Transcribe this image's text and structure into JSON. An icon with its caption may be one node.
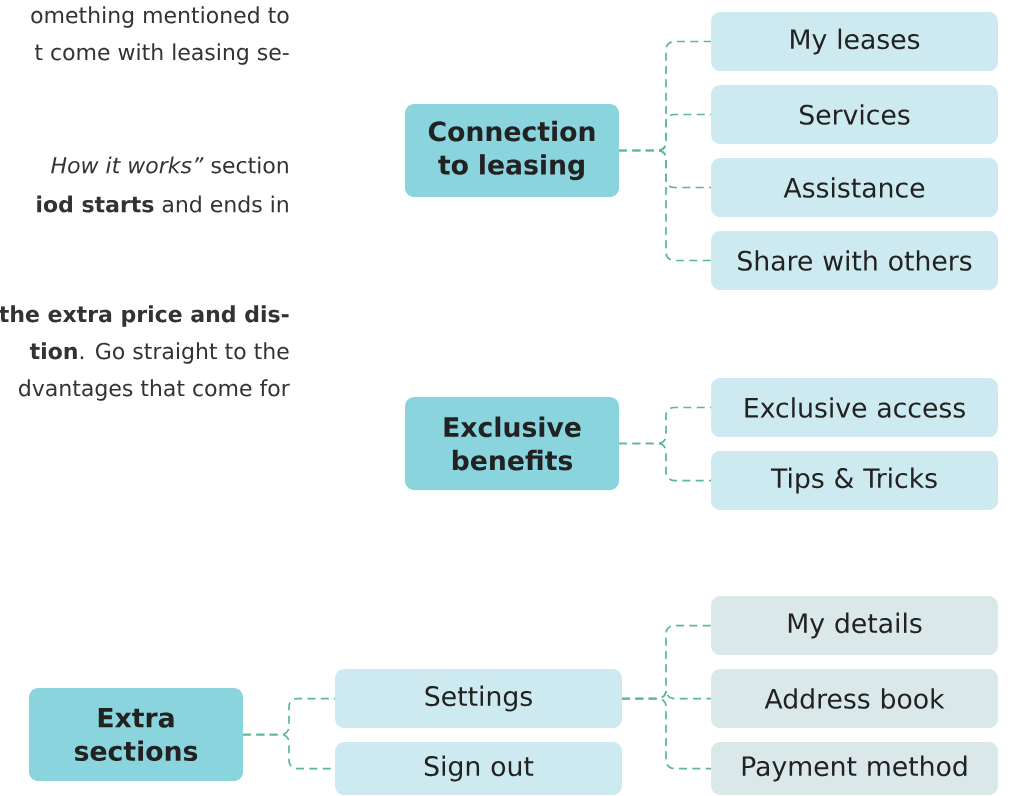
{
  "diagram": {
    "nodes": [
      {
        "text": [
          "Connection to leasing"
        ]
      },
      {
        "text": [
          "My leases"
        ]
      },
      {
        "text": [
          "Services"
        ]
      },
      {
        "text": [
          "Assistance"
        ]
      },
      {
        "text": [
          "Share with others"
        ]
      },
      {
        "text": [
          "Exclusive benefits"
        ]
      },
      {
        "text": [
          "Exclusive access"
        ]
      },
      {
        "text": [
          "Tips & Tricks"
        ]
      },
      {
        "text": [
          "Extra sections"
        ]
      },
      {
        "text": [
          "Settings"
        ]
      },
      {
        "text": [
          "Sign out"
        ]
      },
      {
        "text": [
          "My details"
        ]
      },
      {
        "text": [
          "Address book"
        ]
      },
      {
        "text": [
          "Payment method"
        ]
      }
    ],
    "edges": [
      {
        "from": 0,
        "to": 1,
        "arrow": "none",
        "style": "dashed"
      },
      {
        "from": 0,
        "to": 2,
        "arrow": "none",
        "style": "dashed"
      },
      {
        "from": 0,
        "to": 3,
        "arrow": "none",
        "style": "dashed"
      },
      {
        "from": 0,
        "to": 4,
        "arrow": "none",
        "style": "dashed"
      },
      {
        "from": 5,
        "to": 6,
        "arrow": "none",
        "style": "dashed"
      },
      {
        "from": 5,
        "to": 7,
        "arrow": "none",
        "style": "dashed"
      },
      {
        "from": 8,
        "to": 9,
        "arrow": "none",
        "style": "dashed"
      },
      {
        "from": 8,
        "to": 10,
        "arrow": "none",
        "style": "dashed"
      },
      {
        "from": 9,
        "to": 11,
        "arrow": "none",
        "style": "dashed"
      },
      {
        "from": 9,
        "to": 12,
        "arrow": "none",
        "style": "dashed"
      },
      {
        "from": 9,
        "to": 13,
        "arrow": "none",
        "style": "dashed"
      }
    ],
    "labels": [
      "omething mentioned to",
      "t come with leasing se-",
      "*How it works”* section",
      "**iod starts** and ends in",
      "the extra price and dis-",
      "**tion**. Go straight to the",
      "dvantages that come for"
    ]
  }
}
